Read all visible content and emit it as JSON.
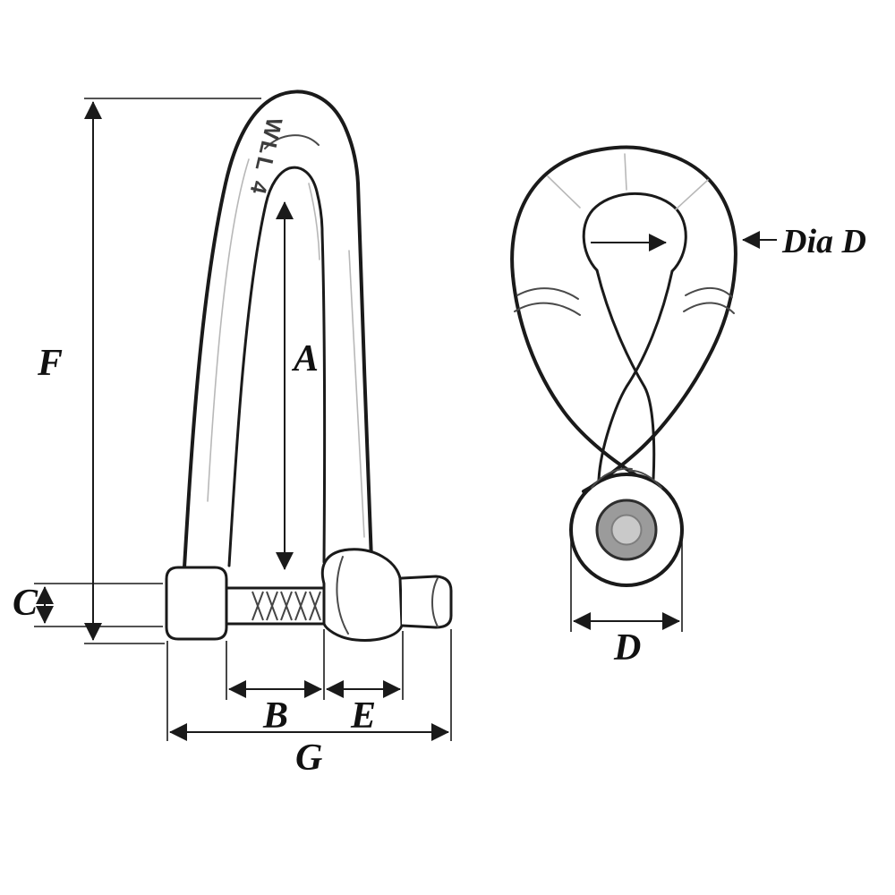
{
  "drawing": {
    "colors": {
      "line": "#1a1a1a",
      "background": "#ffffff",
      "hole_ring": "#9b9b9b",
      "hole_center": "#c9c9c9"
    },
    "engraving": "WLL 4",
    "dimension_labels": {
      "overall_height": "F",
      "inside_length": "A",
      "pin_flange_height": "C",
      "inside_width": "B",
      "pin_boss_width": "E",
      "overall_width": "G",
      "eye_width": "D",
      "diameter_callout": "Dia D"
    }
  }
}
